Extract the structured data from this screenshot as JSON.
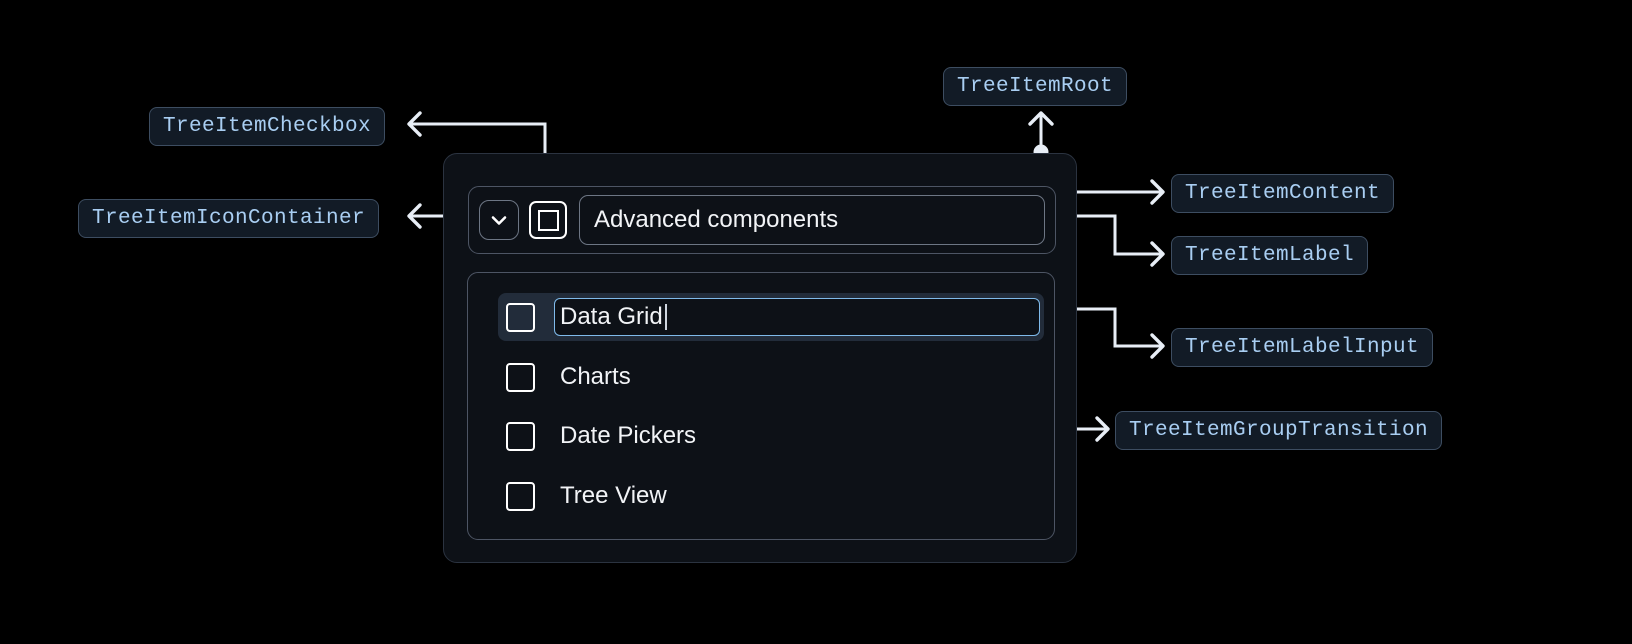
{
  "annotations": [
    {
      "id": "checkbox",
      "label": "TreeItemCheckbox"
    },
    {
      "id": "iconcontainer",
      "label": "TreeItemIconContainer"
    },
    {
      "id": "root",
      "label": "TreeItemRoot"
    },
    {
      "id": "content",
      "label": "TreeItemContent"
    },
    {
      "id": "label",
      "label": "TreeItemLabel"
    },
    {
      "id": "labelinput",
      "label": "TreeItemLabelInput"
    },
    {
      "id": "grouptransition",
      "label": "TreeItemGroupTransition"
    }
  ],
  "tree": {
    "parent": {
      "label": "Advanced components",
      "expand_icon": "chevron-down-icon",
      "checkbox_state": "indeterminate"
    },
    "children": [
      {
        "label": "Data Grid",
        "editing": true,
        "checked": false
      },
      {
        "label": "Charts",
        "editing": false,
        "checked": false
      },
      {
        "label": "Date Pickers",
        "editing": false,
        "checked": false
      },
      {
        "label": "Tree View",
        "editing": false,
        "checked": false
      }
    ]
  },
  "colors": {
    "background": "#000000",
    "chip_fill": "#121b26",
    "chip_border": "#3d4d61",
    "chip_text": "#a9cef2",
    "panel_fill": "#0d1117",
    "panel_border": "#4d5564",
    "selected_row": "#222c3a",
    "input_focus_border": "#7fbaea",
    "connector": "#e8eef6"
  }
}
